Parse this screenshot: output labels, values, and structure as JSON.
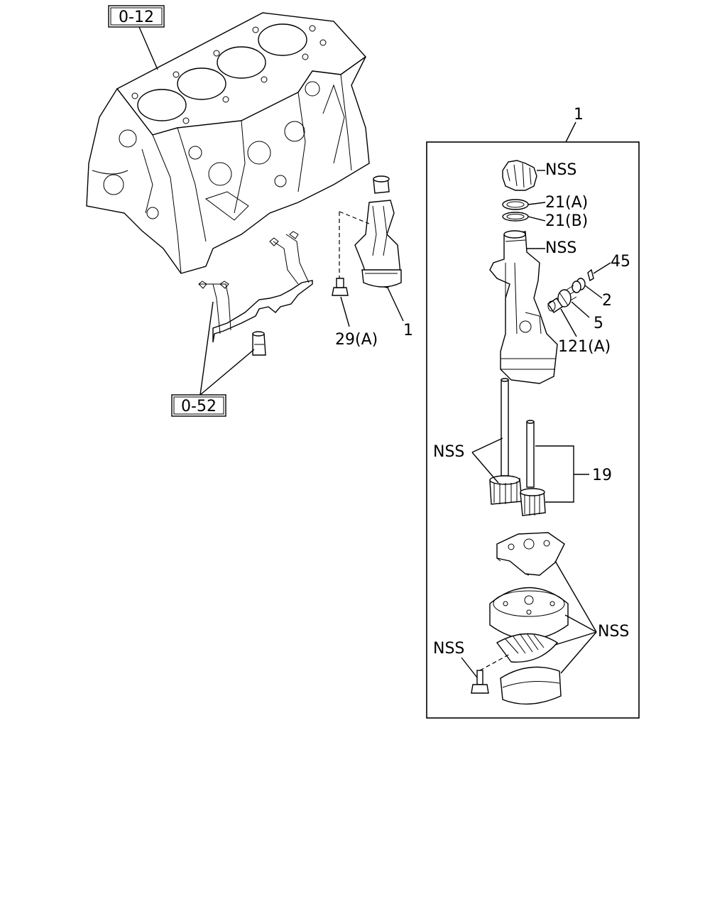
{
  "callouts": {
    "engine_block": "0-12",
    "oil_pipe": "0-52",
    "pump_assembly_outer": "1",
    "pump_assembly_box": "1",
    "bolt": "29(A)",
    "drive_gear": "NSS",
    "washer_a": "21(A)",
    "washer_b": "21(B)",
    "pump_shaft_housing": "NSS",
    "pin": "45",
    "spring": "2",
    "valve": "5",
    "plug": "121(A)",
    "gear_shafts": "NSS",
    "gear_set": "19",
    "strainer_parts": "NSS",
    "strainer_bolt": "NSS"
  }
}
